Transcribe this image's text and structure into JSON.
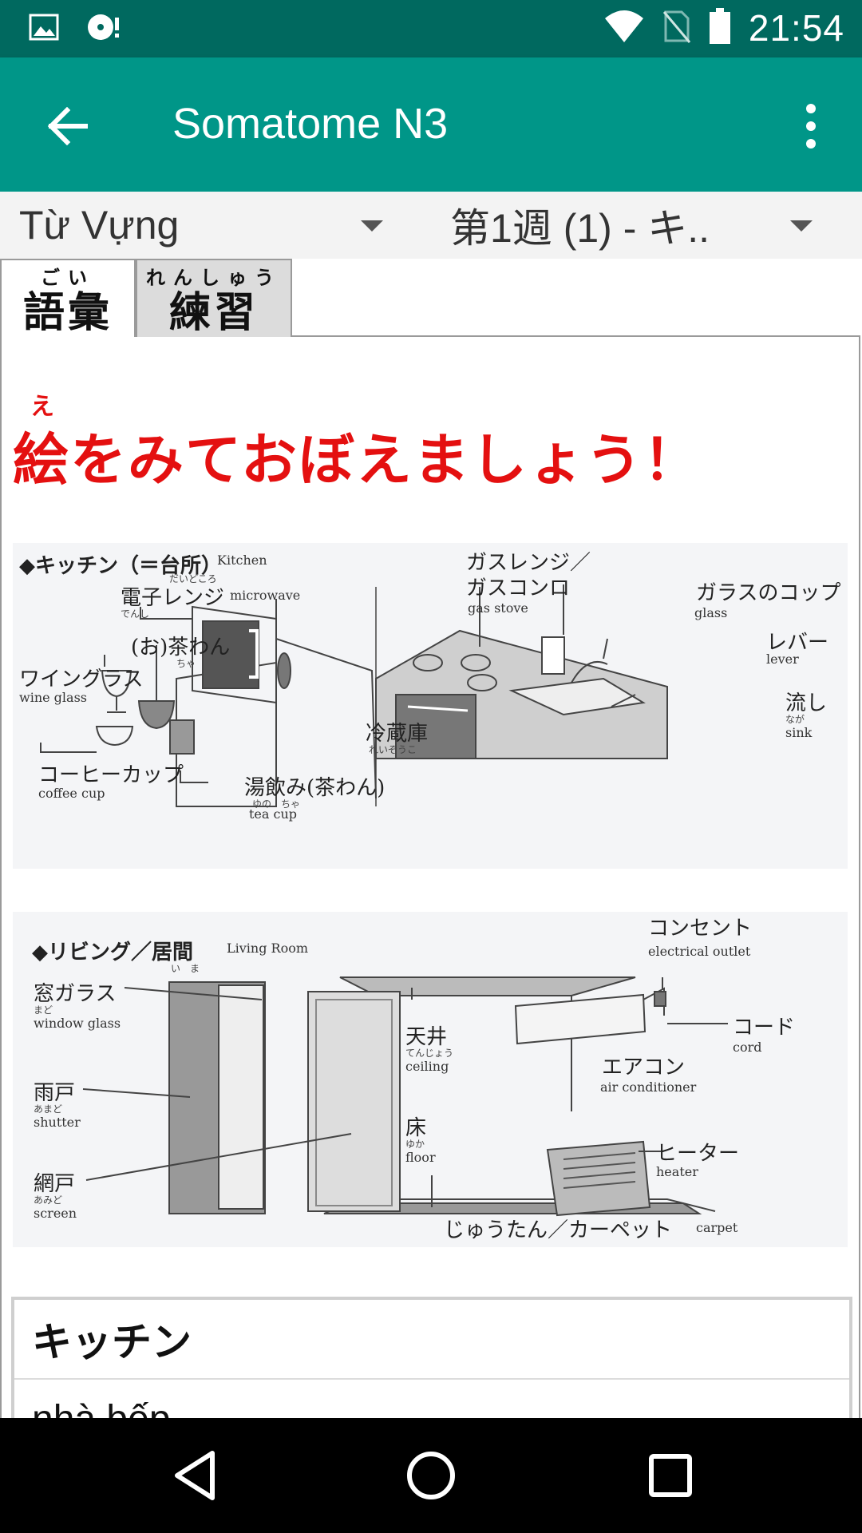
{
  "status_bar": {
    "time": "21:54"
  },
  "app_bar": {
    "title": "Somatome N3"
  },
  "spinners": {
    "left": "Từ Vựng",
    "right": "第1週 (1) - キ.."
  },
  "tabs": [
    {
      "ruby": "ごい",
      "label": "語彙"
    },
    {
      "ruby": "れんしゅう",
      "label": "練習"
    }
  ],
  "heading": {
    "ruby": "え",
    "text": "絵をみておぼえましょう！"
  },
  "kitchen": {
    "section": "◆キッチン（＝台所）",
    "section_ruby": "だいどころ",
    "section_en": "Kitchen",
    "labels": {
      "microwave_jp": "電子レンジ",
      "microwave_ruby": "でんし",
      "microwave_en": "microwave",
      "chawan_jp": "(お)茶わん",
      "chawan_ruby": "ちゃ",
      "wineglass_jp": "ワイングラス",
      "wineglass_en": "wine glass",
      "coffeecup_jp": "コーヒーカップ",
      "coffeecup_en": "coffee cup",
      "teacup_jp": "湯飲み(茶わん)",
      "teacup_ruby": "ゆの　ちゃ",
      "teacup_en": "tea cup",
      "fridge_jp": "冷蔵庫",
      "fridge_ruby": "れいぞうこ",
      "gasrange_jp": "ガスレンジ／",
      "gasconro_jp": "ガスコンロ",
      "gasstove_en": "gas stove",
      "glass_jp": "ガラスのコップ",
      "glass_en": "glass",
      "lever_jp": "レバー",
      "lever_en": "lever",
      "sink_jp": "流し",
      "sink_ruby": "なが",
      "sink_en": "sink"
    }
  },
  "living": {
    "section": "◆リビング／居間",
    "section_ruby": "い　ま",
    "section_en": "Living Room",
    "labels": {
      "window_jp": "窓ガラス",
      "window_ruby": "まど",
      "window_en": "window glass",
      "shutter_jp": "雨戸",
      "shutter_ruby": "あまど",
      "shutter_en": "shutter",
      "screen_jp": "網戸",
      "screen_ruby": "あみど",
      "screen_en": "screen",
      "ceiling_jp": "天井",
      "ceiling_ruby": "てんじょう",
      "ceiling_en": "ceiling",
      "floor_jp": "床",
      "floor_ruby": "ゆか",
      "floor_en": "floor",
      "outlet_jp": "コンセント",
      "outlet_en": "electrical outlet",
      "cord_jp": "コード",
      "cord_en": "cord",
      "aircon_jp": "エアコン",
      "aircon_en": "air conditioner",
      "heater_jp": "ヒーター",
      "heater_en": "heater",
      "carpet_jp": "じゅうたん／カーペット",
      "carpet_en": "carpet"
    }
  },
  "vocab": [
    {
      "term": "キッチン"
    },
    {
      "term": "nhà bếp"
    }
  ],
  "colors": {
    "status_bar": "#00695f",
    "app_bar": "#009688",
    "heading": "#e41010"
  }
}
